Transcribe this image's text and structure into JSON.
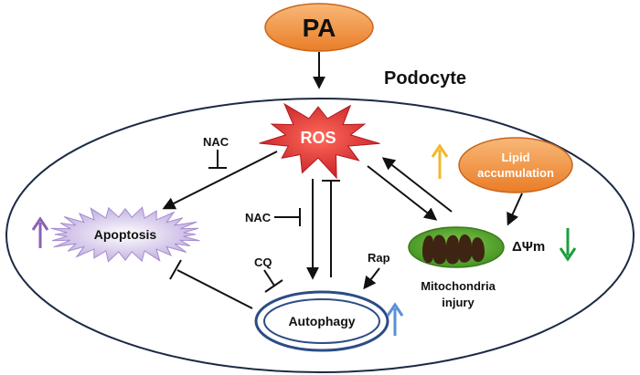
{
  "nodes": {
    "pa": "PA",
    "podocyte": "Podocyte",
    "ros": "ROS",
    "apoptosis": "Apoptosis",
    "autophagy": "Autophagy",
    "lipid_line1": "Lipid",
    "lipid_line2": "accumulation",
    "mito_line1": "Mitochondria",
    "mito_line2": "injury",
    "delta_psi": "ΔΨm"
  },
  "modulators": {
    "nac_apoptosis": "NAC",
    "nac_autophagy": "NAC",
    "cq": "CQ",
    "rap": "Rap"
  },
  "colors": {
    "pa_fill": "#f39a4c",
    "ros_fill": "#d9262c",
    "lipid_fill": "#f39a4c",
    "apoptosis_fill": "#c9b8e6",
    "autophagy_ring": "#2c4c86",
    "mito_fill": "#5fae2d",
    "mito_cristae": "#3e2412",
    "arrow_up_orange": "#f2b72c",
    "arrow_up_purple": "#8a63b3",
    "arrow_up_blue": "#5b8fd6",
    "arrow_down_green": "#1e9e3e"
  }
}
